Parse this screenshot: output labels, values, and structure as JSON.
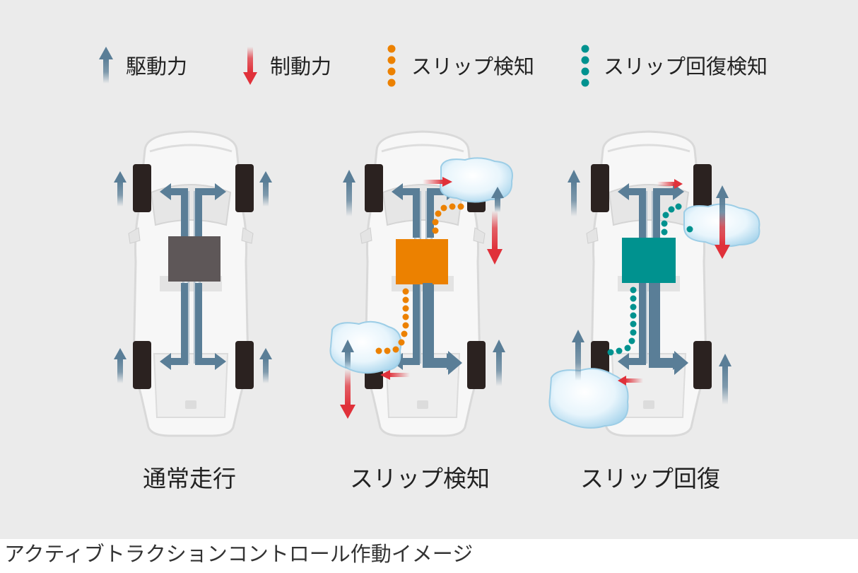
{
  "legend": {
    "drive": "駆動力",
    "brake": "制動力",
    "slip_detect": "スリップ検知",
    "slip_recover": "スリップ回復検知"
  },
  "scenes": [
    {
      "label": "通常走行",
      "unit_color": "#5e5758",
      "unit_state": "normal"
    },
    {
      "label": "スリップ検知",
      "unit_color": "#ec8100",
      "unit_state": "slip-detect"
    },
    {
      "label": "スリップ回復",
      "unit_color": "#00928f",
      "unit_state": "slip-recover"
    }
  ],
  "caption": "アクティブトラクションコントロール作動イメージ",
  "colors": {
    "background": "#ebebeb",
    "drive_arrow": "#5a7e97",
    "brake_arrow": "#e0313a",
    "slip_detect_dots": "#ec8100",
    "slip_recover_dots": "#00928f",
    "tire": "#2b2220"
  }
}
